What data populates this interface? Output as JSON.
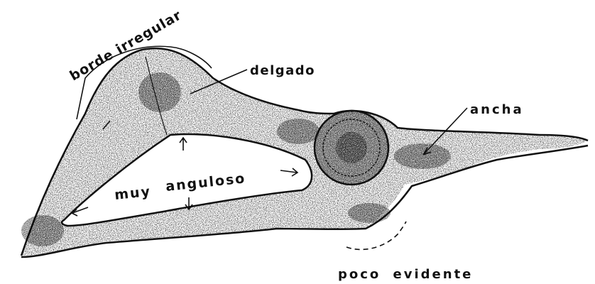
{
  "diagram": {
    "labels": {
      "borde_irregular": "borde irregular",
      "delgado": "delgado",
      "ancha": "ancha",
      "muy": "muy",
      "anguloso": "anguloso",
      "poco_evidente": "poco evidente"
    },
    "colors": {
      "ink": "#111111",
      "stipple": "#2a2a2a",
      "background": "#ffffff"
    }
  }
}
